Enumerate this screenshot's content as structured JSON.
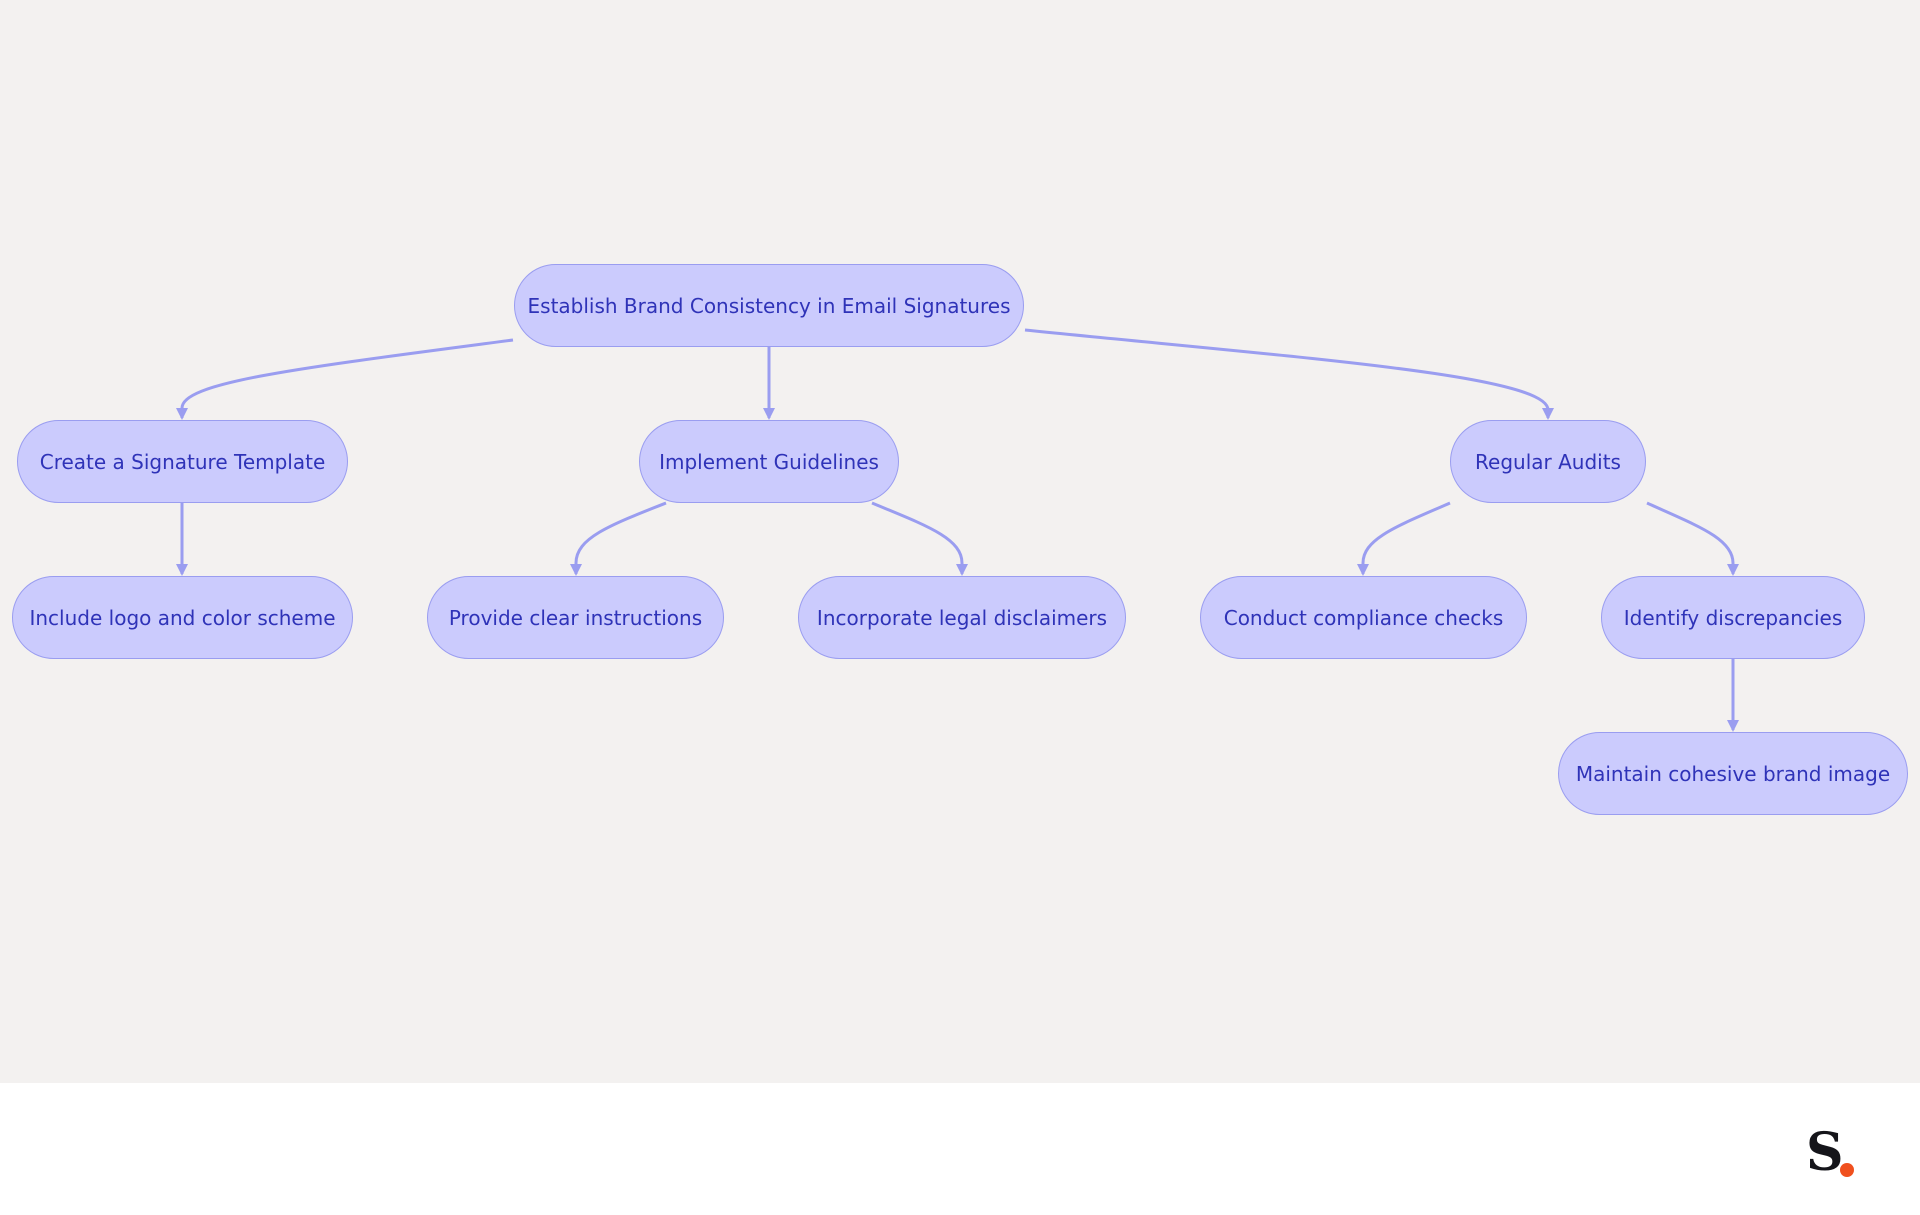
{
  "diagram": {
    "nodes": {
      "root": "Establish Brand Consistency in Email Signatures",
      "template": "Create a Signature Template",
      "guidelines": "Implement Guidelines",
      "audits": "Regular Audits",
      "logo_scheme": "Include logo and color scheme",
      "instructions": "Provide clear instructions",
      "disclaimers": "Incorporate legal disclaimers",
      "compliance": "Conduct compliance checks",
      "discrepancies": "Identify discrepancies",
      "brand_image": "Maintain cohesive brand image"
    },
    "edges": [
      [
        "root",
        "template"
      ],
      [
        "root",
        "guidelines"
      ],
      [
        "root",
        "audits"
      ],
      [
        "template",
        "logo_scheme"
      ],
      [
        "guidelines",
        "instructions"
      ],
      [
        "guidelines",
        "disclaimers"
      ],
      [
        "audits",
        "compliance"
      ],
      [
        "audits",
        "discrepancies"
      ],
      [
        "discrepancies",
        "brand_image"
      ]
    ]
  },
  "colors": {
    "background": "#f3f1f0",
    "node_fill": "#cbcbfd",
    "node_border": "#9a9df0",
    "node_text": "#2f33b8",
    "edge": "#9a9df0",
    "logo_dot": "#f0501e"
  },
  "brand": {
    "logo_letter": "S"
  }
}
